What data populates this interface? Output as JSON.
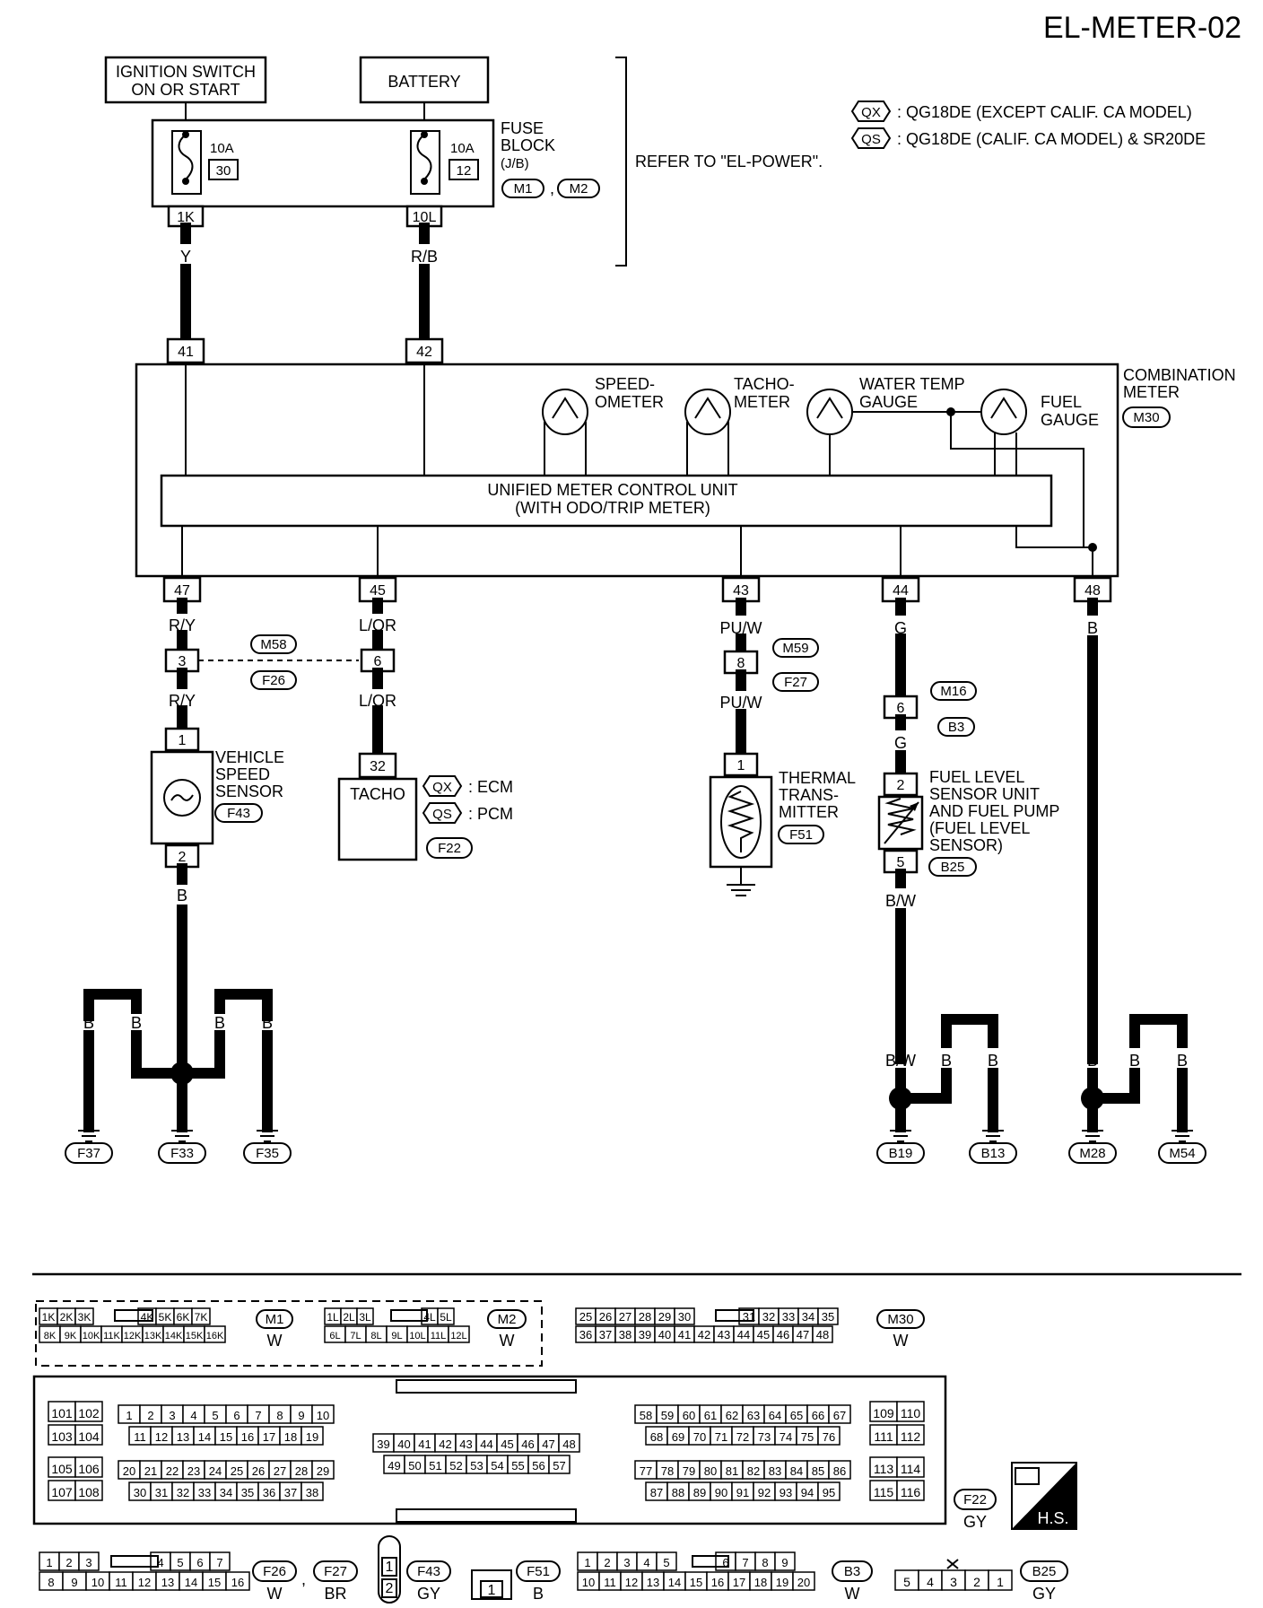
{
  "page_code": "EL-METER-02",
  "legend": [
    {
      "code": "QX",
      "text": ": QG18DE (EXCEPT CALIF. CA MODEL)"
    },
    {
      "code": "QS",
      "text": ": QG18DE (CALIF. CA MODEL) & SR20DE"
    }
  ],
  "power": {
    "ignition_line1": "IGNITION SWITCH",
    "ignition_line2": "ON OR START",
    "battery": "BATTERY",
    "fuse_left_amp": "10A",
    "fuse_left_num": "30",
    "fuse_right_amp": "10A",
    "fuse_right_num": "12",
    "fuse_block_line1": "FUSE",
    "fuse_block_line2": "BLOCK",
    "fuse_block_line3": "(J/B)",
    "fuse_block_conn1": "M1",
    "fuse_block_conn2": "M2",
    "fuse_block_comma": ",",
    "refer_text": "REFER TO \"EL-POWER\".",
    "term_left": "1K",
    "term_right": "10L",
    "wire_left": "Y",
    "wire_right": "R/B"
  },
  "meter": {
    "pin_top_left": "41",
    "pin_top_right": "42",
    "name_line1": "COMBINATION",
    "name_line2": "METER",
    "conn": "M30",
    "speedo_line1": "SPEED-",
    "speedo_line2": "OMETER",
    "tacho_line1": "TACHO-",
    "tacho_line2": "METER",
    "water_line1": "WATER TEMP",
    "water_line2": "GAUGE",
    "fuel_line1": "FUEL",
    "fuel_line2": "GAUGE",
    "unit_line1": "UNIFIED METER CONTROL UNIT",
    "unit_line2": "(WITH ODO/TRIP METER)",
    "pins_bottom": [
      "47",
      "45",
      "43",
      "44",
      "48"
    ]
  },
  "circuits": {
    "vss": {
      "wire_a": "R/Y",
      "jc_pin": "3",
      "jc_top": "M58",
      "jc_bottom": "F26",
      "wire_b": "R/Y",
      "pin1": "1",
      "pin2": "2",
      "line1": "VEHICLE",
      "line2": "SPEED",
      "line3": "SENSOR",
      "conn": "F43",
      "wire_c": "B"
    },
    "tacho": {
      "wire_a": "L/OR",
      "jc_pin": "6",
      "wire_b": "L/OR",
      "pin": "32",
      "label": "TACHO",
      "ecm_text": ": ECM",
      "pcm_text": ": PCM",
      "conn": "F22"
    },
    "thermal": {
      "wire_a": "PU/W",
      "jc_pin": "8",
      "jc_top": "M59",
      "jc_bottom": "F27",
      "wire_b": "PU/W",
      "pin": "1",
      "line1": "THERMAL",
      "line2": "TRANS-",
      "line3": "MITTER",
      "conn": "F51"
    },
    "fuel": {
      "wire_a": "G",
      "jc_pin": "6",
      "jc_top": "M16",
      "jc_bottom": "B3",
      "wire_b": "G",
      "pin2": "2",
      "pin5": "5",
      "line1": "FUEL LEVEL",
      "line2": "SENSOR UNIT",
      "line3": "AND FUEL PUMP",
      "line4": "(FUEL LEVEL",
      "line5": "SENSOR)",
      "conn": "B25",
      "wire_c": "B/W"
    },
    "ground48": {
      "wire": "B"
    }
  },
  "grounds": {
    "left_wires": [
      "B",
      "B",
      "B",
      "B",
      "B"
    ],
    "left_conns": [
      "F37",
      "F33",
      "F35"
    ],
    "right_wires": [
      "B/W",
      "B",
      "B",
      "B",
      "B",
      "B"
    ],
    "right_conns": [
      "B19",
      "B13",
      "M28",
      "M54"
    ]
  },
  "connectors": {
    "m1_top": [
      "1K",
      "2K",
      "3K",
      "4K",
      "5K",
      "6K",
      "7K"
    ],
    "m1_bot": [
      "8K",
      "9K",
      "10K",
      "11K",
      "12K",
      "13K",
      "14K",
      "15K",
      "16K"
    ],
    "m1_name": "M1",
    "m1_color": "W",
    "m2_top": [
      "1L",
      "2L",
      "3L",
      "4L",
      "5L"
    ],
    "m2_bot": [
      "6L",
      "7L",
      "8L",
      "9L",
      "10L",
      "11L",
      "12L"
    ],
    "m2_name": "M2",
    "m2_color": "W",
    "m30_top": [
      "25",
      "26",
      "27",
      "28",
      "29",
      "30",
      "31",
      "32",
      "33",
      "34",
      "35"
    ],
    "m30_bot": [
      "36",
      "37",
      "38",
      "39",
      "40",
      "41",
      "42",
      "43",
      "44",
      "45",
      "46",
      "47",
      "48"
    ],
    "m30_name": "M30",
    "m30_color": "W",
    "f22_l1": [
      "101",
      "102"
    ],
    "f22_l2": [
      "103",
      "104"
    ],
    "f22_l3": [
      "105",
      "106"
    ],
    "f22_l4": [
      "107",
      "108"
    ],
    "f22_a1": [
      "1",
      "2",
      "3",
      "4",
      "5",
      "6",
      "7",
      "8",
      "9",
      "10"
    ],
    "f22_a2": [
      "11",
      "12",
      "13",
      "14",
      "15",
      "16",
      "17",
      "18",
      "19"
    ],
    "f22_a3": [
      "20",
      "21",
      "22",
      "23",
      "24",
      "25",
      "26",
      "27",
      "28",
      "29"
    ],
    "f22_a4": [
      "30",
      "31",
      "32",
      "33",
      "34",
      "35",
      "36",
      "37",
      "38"
    ],
    "f22_b1": [
      "39",
      "40",
      "41",
      "42",
      "43",
      "44",
      "45",
      "46",
      "47",
      "48"
    ],
    "f22_b2": [
      "49",
      "50",
      "51",
      "52",
      "53",
      "54",
      "55",
      "56",
      "57"
    ],
    "f22_c1": [
      "58",
      "59",
      "60",
      "61",
      "62",
      "63",
      "64",
      "65",
      "66",
      "67"
    ],
    "f22_c2": [
      "68",
      "69",
      "70",
      "71",
      "72",
      "73",
      "74",
      "75",
      "76"
    ],
    "f22_c3": [
      "77",
      "78",
      "79",
      "80",
      "81",
      "82",
      "83",
      "84",
      "85",
      "86"
    ],
    "f22_c4": [
      "87",
      "88",
      "89",
      "90",
      "91",
      "92",
      "93",
      "94",
      "95"
    ],
    "f22_r1": [
      "109",
      "110"
    ],
    "f22_r2": [
      "111",
      "112"
    ],
    "f22_r3": [
      "113",
      "114"
    ],
    "f22_r4": [
      "115",
      "116"
    ],
    "f22_name": "F22",
    "f22_color": "GY",
    "hs_label": "H.S.",
    "f26_top": [
      "1",
      "2",
      "3",
      "4",
      "5",
      "6",
      "7"
    ],
    "f26_bot": [
      "8",
      "9",
      "10",
      "11",
      "12",
      "13",
      "14",
      "15",
      "16"
    ],
    "f26_name": "F26",
    "f26_color": "W",
    "f27_name": "F27",
    "f27_color": "BR",
    "f43_pins": [
      "1",
      "2"
    ],
    "f43_name": "F43",
    "f43_color": "GY",
    "f51_pin": "1",
    "f51_name": "F51",
    "f51_color": "B",
    "b3_top": [
      "1",
      "2",
      "3",
      "4",
      "5",
      "6",
      "7",
      "8",
      "9"
    ],
    "b3_bot": [
      "10",
      "11",
      "12",
      "13",
      "14",
      "15",
      "16",
      "17",
      "18",
      "19",
      "20"
    ],
    "b3_name": "B3",
    "b3_color": "W",
    "b25_pins": [
      "5",
      "4",
      "3",
      "2",
      "1"
    ],
    "b25_name": "B25",
    "b25_color": "GY"
  }
}
